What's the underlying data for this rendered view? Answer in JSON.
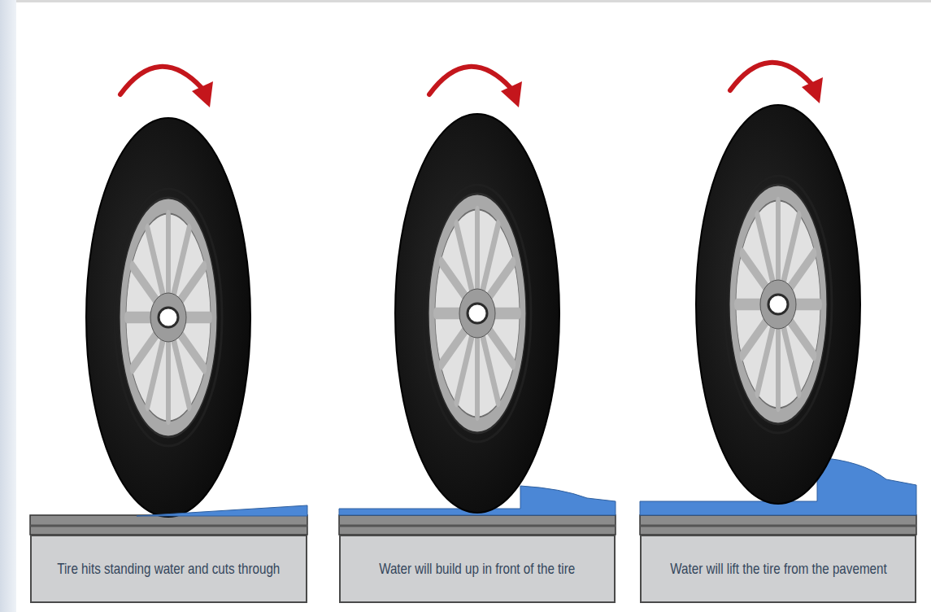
{
  "diagram": {
    "nodes": [
      {
        "text": [
          "Tire hits standing water and cuts through"
        ]
      },
      {
        "text": [
          "Water will build up in front of the tire"
        ]
      },
      {
        "text": [
          "Water will lift the tire from the pavement"
        ]
      }
    ]
  }
}
